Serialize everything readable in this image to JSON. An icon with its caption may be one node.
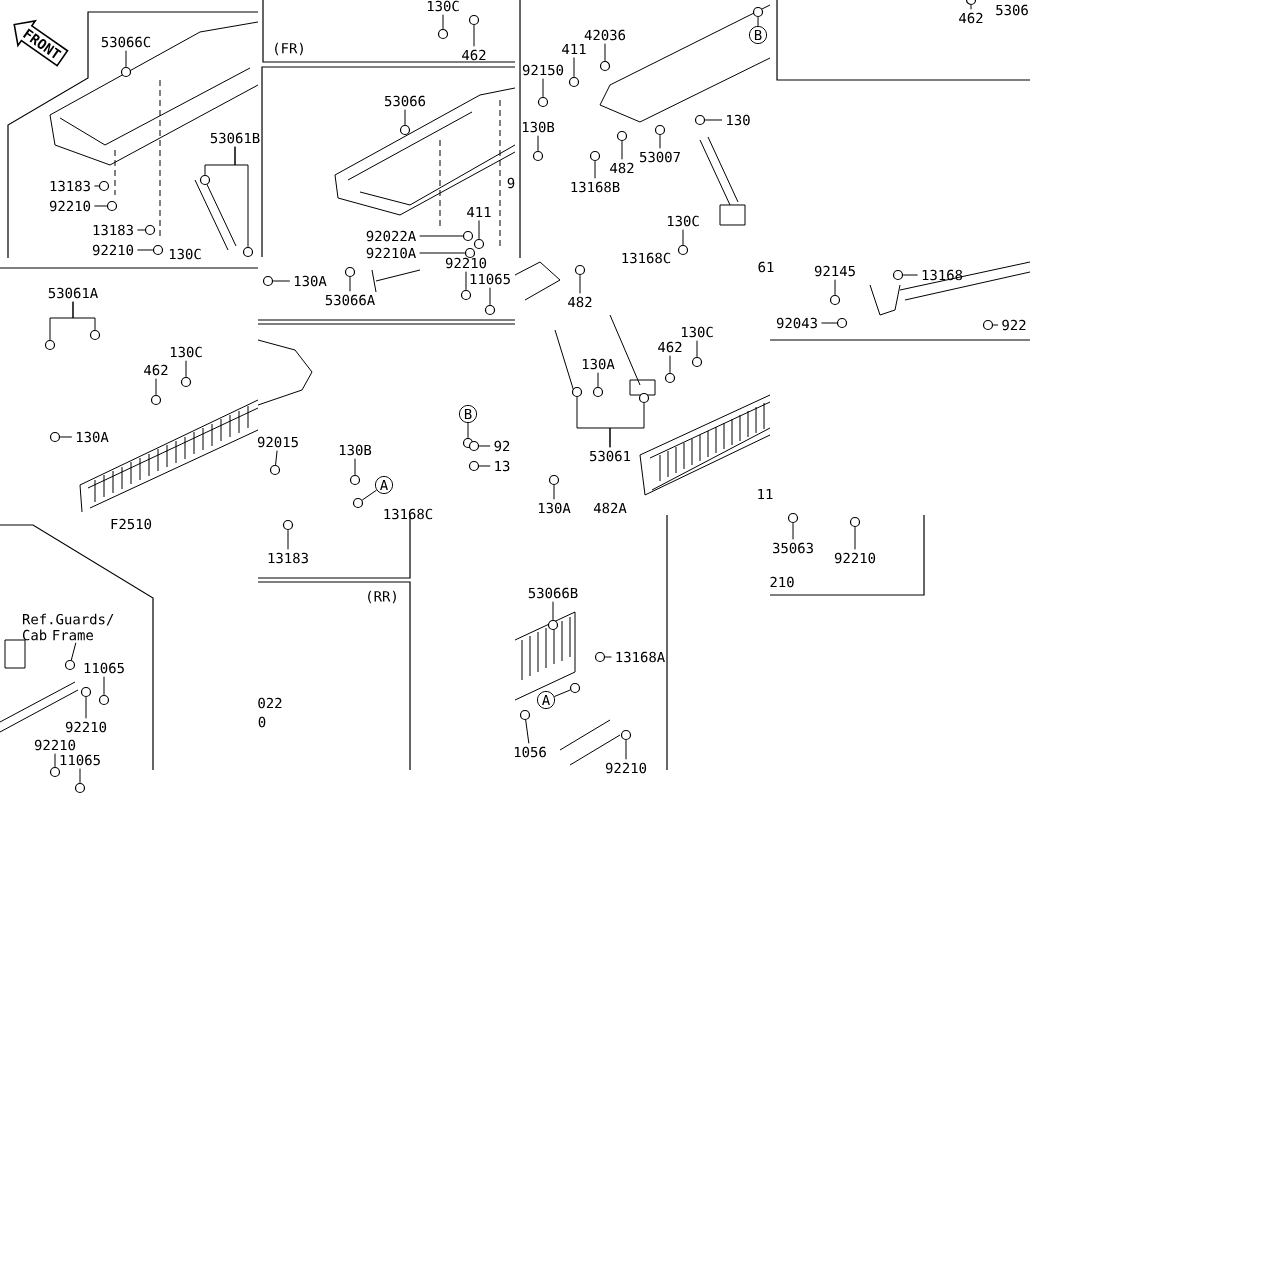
{
  "diagram": {
    "nodes": [
      {
        "text": [
          "53066C"
        ]
      },
      {
        "text": [
          "13183"
        ]
      },
      {
        "text": [
          "92210"
        ]
      },
      {
        "text": [
          "13183"
        ]
      },
      {
        "text": [
          "92210"
        ]
      },
      {
        "text": [
          "53061B"
        ]
      },
      {
        "text": [
          "130C"
        ]
      },
      {
        "text": [
          "462"
        ]
      },
      {
        "text": [
          "53066"
        ]
      },
      {
        "text": [
          "411"
        ]
      },
      {
        "text": [
          "92022A"
        ]
      },
      {
        "text": [
          "92210A"
        ]
      },
      {
        "text": [
          "92210"
        ]
      },
      {
        "text": [
          "11065"
        ]
      },
      {
        "text": [
          "130A"
        ]
      },
      {
        "text": [
          "53066A"
        ]
      },
      {
        "text": [
          "42036"
        ]
      },
      {
        "text": [
          "411"
        ]
      },
      {
        "text": [
          "92150"
        ]
      },
      {
        "text": [
          "130B"
        ]
      },
      {
        "text": [
          "130"
        ]
      },
      {
        "text": [
          "53007"
        ]
      },
      {
        "text": [
          "482"
        ]
      },
      {
        "text": [
          "13168B"
        ]
      },
      {
        "text": [
          "130C"
        ]
      },
      {
        "text": [
          "B"
        ]
      },
      {
        "text": [
          "482"
        ]
      },
      {
        "text": [
          "130A"
        ]
      },
      {
        "text": [
          "462"
        ]
      },
      {
        "text": [
          "130C"
        ]
      },
      {
        "text": [
          "53061"
        ]
      },
      {
        "text": [
          "130A"
        ]
      },
      {
        "text": [
          "462"
        ]
      },
      {
        "text": [
          "92145"
        ]
      },
      {
        "text": [
          "13168"
        ]
      },
      {
        "text": [
          "92043"
        ]
      },
      {
        "text": [
          "922"
        ]
      },
      {
        "text": [
          "35063"
        ]
      },
      {
        "text": [
          "92210"
        ]
      },
      {
        "text": [
          "53061A"
        ]
      },
      {
        "text": [
          "462"
        ]
      },
      {
        "text": [
          "130C"
        ]
      },
      {
        "text": [
          "130A"
        ]
      },
      {
        "text": [
          "92015"
        ]
      },
      {
        "text": [
          "130B"
        ]
      },
      {
        "text": [
          "A"
        ]
      },
      {
        "text": [
          "B"
        ]
      },
      {
        "text": [
          "92"
        ]
      },
      {
        "text": [
          "13"
        ]
      },
      {
        "text": [
          "13183"
        ]
      },
      {
        "text": [
          "Ref.Guards/ Cab Frame"
        ]
      },
      {
        "text": [
          "11065"
        ]
      },
      {
        "text": [
          "92210"
        ]
      },
      {
        "text": [
          "92210"
        ]
      },
      {
        "text": [
          "11065"
        ]
      },
      {
        "text": [
          "53066B"
        ]
      },
      {
        "text": [
          "13168A"
        ]
      },
      {
        "text": [
          "A"
        ]
      },
      {
        "text": [
          "1056"
        ]
      },
      {
        "text": [
          "92210"
        ]
      },
      {
        "text": [],
        "shape": "circle"
      },
      {
        "text": [],
        "shape": "circle"
      },
      {
        "text": [],
        "shape": "circle"
      },
      {
        "text": [],
        "shape": "circle"
      },
      {
        "text": [],
        "shape": "circle"
      },
      {
        "text": [],
        "shape": "circle"
      },
      {
        "text": [],
        "shape": "circle"
      },
      {
        "text": [],
        "shape": "circle"
      },
      {
        "text": [],
        "shape": "circle"
      },
      {
        "text": [],
        "shape": "circle"
      },
      {
        "text": [],
        "shape": "circle"
      },
      {
        "text": [],
        "shape": "circle"
      },
      {
        "text": [],
        "shape": "circle"
      },
      {
        "text": [],
        "shape": "circle"
      },
      {
        "text": [],
        "shape": "circle"
      },
      {
        "text": [],
        "shape": "circle"
      },
      {
        "text": [],
        "shape": "circle"
      },
      {
        "text": [],
        "shape": "circle"
      },
      {
        "text": [],
        "shape": "circle"
      },
      {
        "text": [],
        "shape": "circle"
      },
      {
        "text": [],
        "shape": "circle"
      },
      {
        "text": [],
        "shape": "circle"
      },
      {
        "text": [],
        "shape": "circle"
      },
      {
        "text": [],
        "shape": "circle"
      },
      {
        "text": [],
        "shape": "circle"
      },
      {
        "text": [],
        "shape": "circle"
      },
      {
        "text": [],
        "shape": "circle"
      },
      {
        "text": [],
        "shape": "circle"
      },
      {
        "text": [],
        "shape": "circle"
      },
      {
        "text": [],
        "shape": "circle"
      },
      {
        "text": [],
        "shape": "circle"
      },
      {
        "text": [],
        "shape": "circle"
      },
      {
        "text": [],
        "shape": "circle"
      },
      {
        "text": [],
        "shape": "circle"
      },
      {
        "text": [],
        "shape": "circle"
      },
      {
        "text": [],
        "shape": "circle"
      },
      {
        "text": [],
        "shape": "circle"
      },
      {
        "text": [],
        "shape": "circle"
      },
      {
        "text": [],
        "shape": "circle"
      },
      {
        "text": [],
        "shape": "circle"
      },
      {
        "text": [],
        "shape": "circle"
      },
      {
        "text": [],
        "shape": "circle"
      },
      {
        "text": [],
        "shape": "circle"
      },
      {
        "text": [],
        "shape": "circle"
      },
      {
        "text": [],
        "shape": "circle"
      },
      {
        "text": [],
        "shape": "circle"
      },
      {
        "text": [],
        "shape": "circle"
      },
      {
        "text": [],
        "shape": "circle"
      },
      {
        "text": [],
        "shape": "circle"
      },
      {
        "text": [],
        "shape": "circle"
      },
      {
        "text": [],
        "shape": "circle"
      },
      {
        "text": [],
        "shape": "circle"
      },
      {
        "text": [],
        "shape": "circle"
      },
      {
        "text": [],
        "shape": "circle"
      },
      {
        "text": [],
        "shape": "circle"
      },
      {
        "text": [],
        "shape": "circle"
      },
      {
        "text": [],
        "shape": "circle"
      },
      {
        "text": [],
        "shape": "circle"
      },
      {
        "text": [],
        "shape": "circle"
      },
      {
        "text": [],
        "shape": "circle"
      },
      {
        "text": [],
        "shape": "circle"
      },
      {
        "text": [],
        "shape": "circle"
      },
      {
        "text": [],
        "shape": "circle"
      }
    ],
    "edges": [
      {
        "from": 0,
        "to": 60,
        "arrow": "none"
      },
      {
        "from": 1,
        "to": 61,
        "arrow": "none"
      },
      {
        "from": 2,
        "to": 62,
        "arrow": "none"
      },
      {
        "from": 3,
        "to": 63,
        "arrow": "none"
      },
      {
        "from": 4,
        "to": 64,
        "arrow": "none"
      },
      {
        "from": 5,
        "to": 65,
        "arrow": "none"
      },
      {
        "from": 5,
        "to": 66,
        "arrow": "none"
      },
      {
        "from": 6,
        "to": 67,
        "arrow": "none"
      },
      {
        "from": 7,
        "to": 68,
        "arrow": "none"
      },
      {
        "from": 8,
        "to": 69,
        "arrow": "none"
      },
      {
        "from": 9,
        "to": 70,
        "arrow": "none"
      },
      {
        "from": 10,
        "to": 71,
        "arrow": "none"
      },
      {
        "from": 11,
        "to": 72,
        "arrow": "none"
      },
      {
        "from": 12,
        "to": 73,
        "arrow": "none"
      },
      {
        "from": 13,
        "to": 74,
        "arrow": "none"
      },
      {
        "from": 14,
        "to": 75,
        "arrow": "none"
      },
      {
        "from": 15,
        "to": 76,
        "arrow": "none"
      },
      {
        "from": 16,
        "to": 77,
        "arrow": "none"
      },
      {
        "from": 17,
        "to": 78,
        "arrow": "none"
      },
      {
        "from": 18,
        "to": 79,
        "arrow": "none"
      },
      {
        "from": 19,
        "to": 80,
        "arrow": "none"
      },
      {
        "from": 20,
        "to": 81,
        "arrow": "none"
      },
      {
        "from": 21,
        "to": 82,
        "arrow": "none"
      },
      {
        "from": 22,
        "to": 83,
        "arrow": "none"
      },
      {
        "from": 23,
        "to": 84,
        "arrow": "none"
      },
      {
        "from": 24,
        "to": 85,
        "arrow": "none"
      },
      {
        "from": 25,
        "to": 86,
        "arrow": "none"
      },
      {
        "from": 26,
        "to": 87,
        "arrow": "none"
      },
      {
        "from": 27,
        "to": 88,
        "arrow": "none"
      },
      {
        "from": 28,
        "to": 89,
        "arrow": "none"
      },
      {
        "from": 29,
        "to": 90,
        "arrow": "none"
      },
      {
        "from": 30,
        "to": 91,
        "arrow": "none"
      },
      {
        "from": 30,
        "to": 92,
        "arrow": "none"
      },
      {
        "from": 31,
        "to": 93,
        "arrow": "none"
      },
      {
        "from": 32,
        "to": 94,
        "arrow": "none"
      },
      {
        "from": 33,
        "to": 95,
        "arrow": "none"
      },
      {
        "from": 34,
        "to": 96,
        "arrow": "none"
      },
      {
        "from": 35,
        "to": 97,
        "arrow": "none"
      },
      {
        "from": 36,
        "to": 98,
        "arrow": "none"
      },
      {
        "from": 37,
        "to": 99,
        "arrow": "none"
      },
      {
        "from": 38,
        "to": 100,
        "arrow": "none"
      },
      {
        "from": 39,
        "to": 101,
        "arrow": "none"
      },
      {
        "from": 39,
        "to": 102,
        "arrow": "none"
      },
      {
        "from": 40,
        "to": 103,
        "arrow": "none"
      },
      {
        "from": 41,
        "to": 104,
        "arrow": "none"
      },
      {
        "from": 42,
        "to": 105,
        "arrow": "none"
      },
      {
        "from": 43,
        "to": 106,
        "arrow": "none"
      },
      {
        "from": 44,
        "to": 107,
        "arrow": "none"
      },
      {
        "from": 45,
        "to": 108,
        "arrow": "none"
      },
      {
        "from": 46,
        "to": 109,
        "arrow": "none"
      },
      {
        "from": 47,
        "to": 110,
        "arrow": "none"
      },
      {
        "from": 48,
        "to": 111,
        "arrow": "none"
      },
      {
        "from": 49,
        "to": 112,
        "arrow": "none"
      },
      {
        "from": 50,
        "to": 113,
        "arrow": "none"
      },
      {
        "from": 51,
        "to": 114,
        "arrow": "none"
      },
      {
        "from": 52,
        "to": 115,
        "arrow": "none"
      },
      {
        "from": 53,
        "to": 116,
        "arrow": "none"
      },
      {
        "from": 54,
        "to": 117,
        "arrow": "none"
      },
      {
        "from": 55,
        "to": 118,
        "arrow": "none"
      },
      {
        "from": 56,
        "to": 119,
        "arrow": "none"
      },
      {
        "from": 57,
        "to": 120,
        "arrow": "none"
      },
      {
        "from": 58,
        "to": 121,
        "arrow": "none"
      },
      {
        "from": 59,
        "to": 122,
        "arrow": "none"
      }
    ],
    "labels": [
      "FRONT",
      "(FR)",
      "(RR)",
      "F2510",
      "130C",
      "9",
      "13168C",
      "61",
      "482A",
      "11",
      "5306",
      "13168C",
      "210",
      "022",
      "0"
    ]
  }
}
